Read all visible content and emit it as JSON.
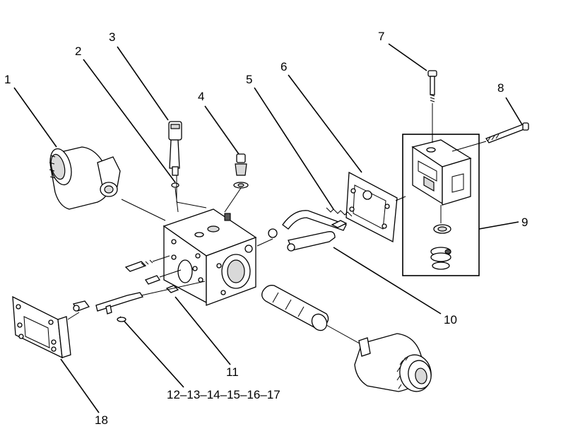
{
  "diagram": {
    "callouts": [
      {
        "id": "c1",
        "text": "1"
      },
      {
        "id": "c2",
        "text": "2"
      },
      {
        "id": "c3",
        "text": "3"
      },
      {
        "id": "c4",
        "text": "4"
      },
      {
        "id": "c5",
        "text": "5"
      },
      {
        "id": "c6",
        "text": "6"
      },
      {
        "id": "c7",
        "text": "7"
      },
      {
        "id": "c8",
        "text": "8"
      },
      {
        "id": "c9",
        "text": "9"
      },
      {
        "id": "c10",
        "text": "10"
      },
      {
        "id": "c11",
        "text": "11"
      },
      {
        "id": "c12",
        "text": "12–13–14–15–16–17"
      },
      {
        "id": "c18",
        "text": "18"
      }
    ]
  }
}
